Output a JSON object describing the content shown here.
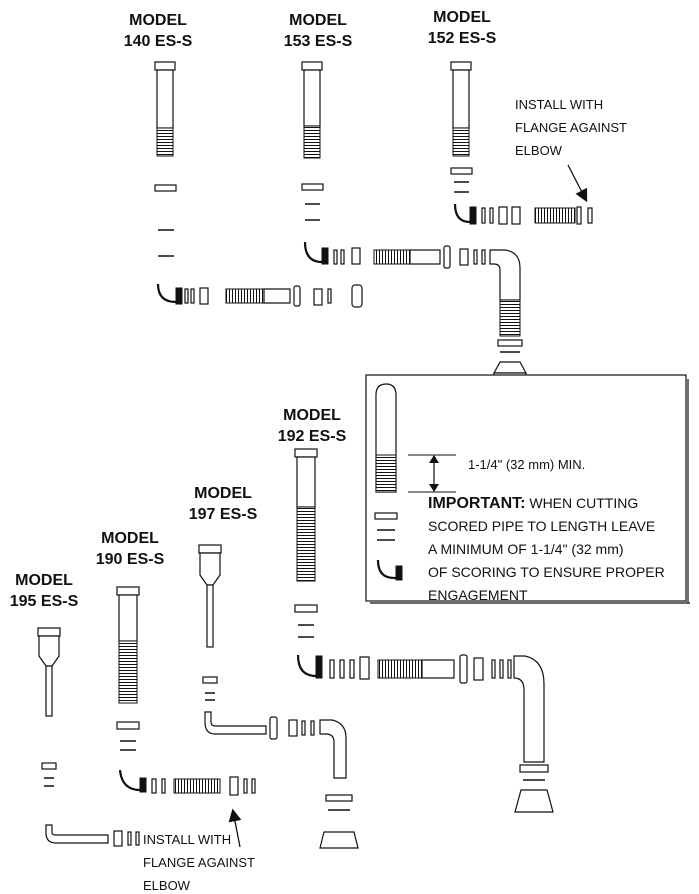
{
  "models": [
    {
      "id": "140",
      "line1": "MODEL",
      "line2": "140 ES-S"
    },
    {
      "id": "153",
      "line1": "MODEL",
      "line2": "153 ES-S"
    },
    {
      "id": "152",
      "line1": "MODEL",
      "line2": "152 ES-S"
    },
    {
      "id": "192",
      "line1": "MODEL",
      "line2": "192 ES-S"
    },
    {
      "id": "197",
      "line1": "MODEL",
      "line2": "197 ES-S"
    },
    {
      "id": "190",
      "line1": "MODEL",
      "line2": "190 ES-S"
    },
    {
      "id": "195",
      "line1": "MODEL",
      "line2": "195 ES-S"
    }
  ],
  "notes": {
    "install_top": [
      "INSTALL WITH",
      "FLANGE AGAINST",
      "ELBOW"
    ],
    "install_bottom": [
      "INSTALL WITH",
      "FLANGE AGAINST",
      "ELBOW"
    ]
  },
  "important_box": {
    "dimension": "1-1/4\" (32 mm) MIN.",
    "heading": "IMPORTANT:",
    "line1": "WHEN CUTTING",
    "line2": "SCORED PIPE TO LENGTH LEAVE",
    "line3": "A MINIMUM OF 1-1/4\" (32 mm)",
    "line4": "OF SCORING TO ENSURE PROPER",
    "line5": "ENGAGEMENT"
  }
}
